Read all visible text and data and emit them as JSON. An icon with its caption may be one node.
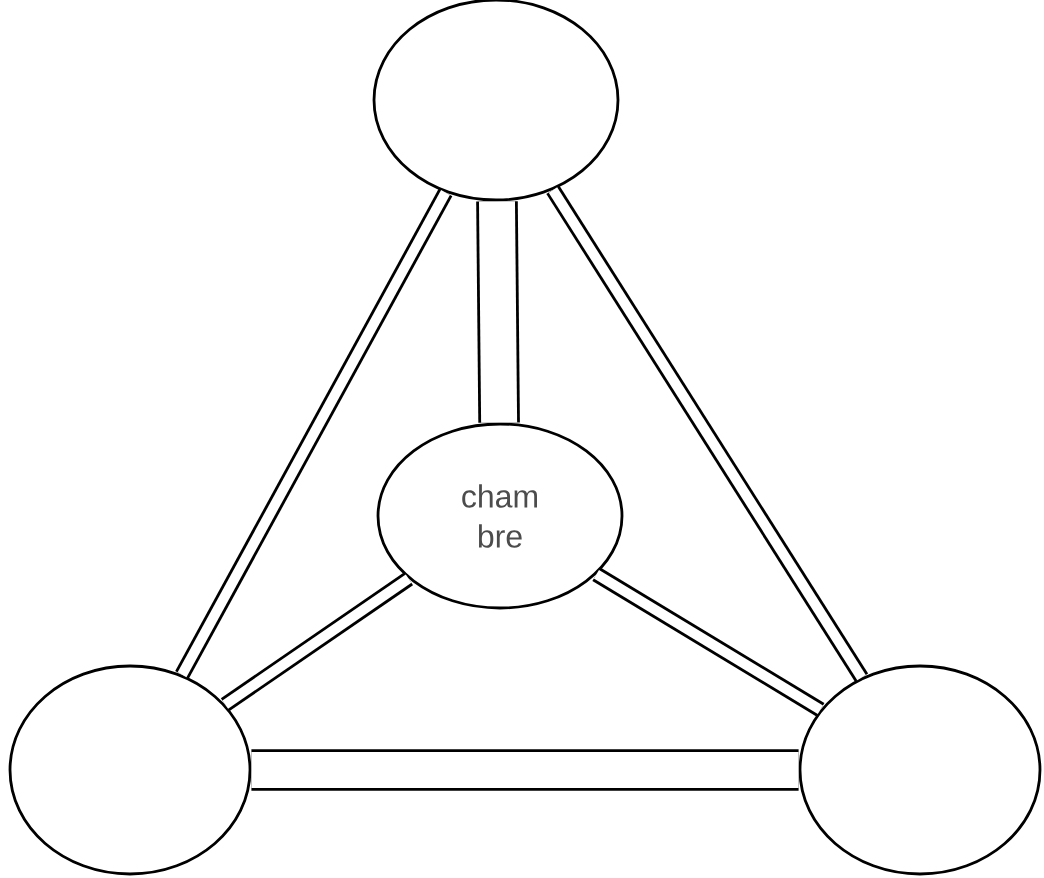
{
  "diagram": {
    "nodes": [
      {
        "text": [],
        "shape": "circle"
      },
      {
        "text": [
          "cham bre"
        ]
      },
      {
        "text": [],
        "shape": "circle"
      },
      {
        "text": [],
        "shape": "circle"
      }
    ],
    "edges": [
      {
        "from": 0,
        "to": 2,
        "arrow": "none"
      },
      {
        "from": 0,
        "to": 3,
        "arrow": "none"
      },
      {
        "from": 0,
        "to": 1,
        "arrow": "none",
        "style": "thick"
      },
      {
        "from": 1,
        "to": 2,
        "arrow": "none"
      },
      {
        "from": 1,
        "to": 3,
        "arrow": "none"
      },
      {
        "from": 2,
        "to": 3,
        "arrow": "none",
        "style": "thick"
      }
    ]
  }
}
